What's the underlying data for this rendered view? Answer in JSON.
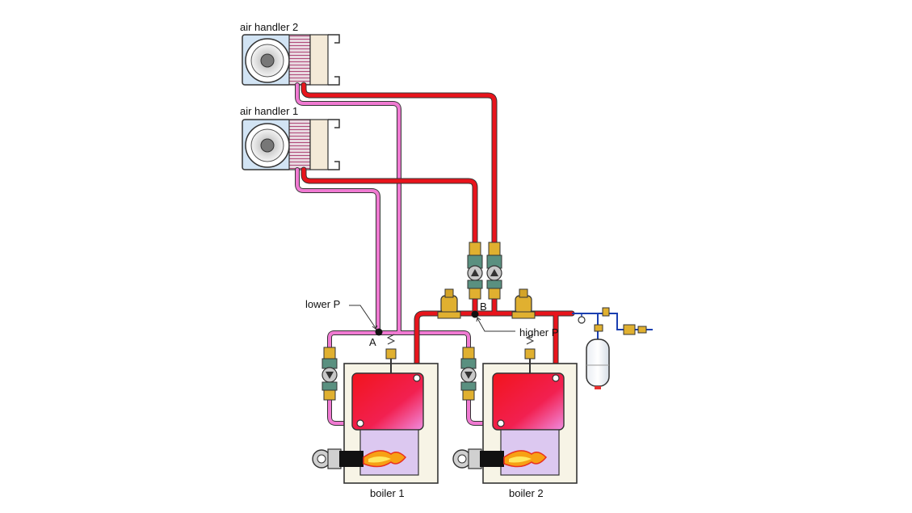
{
  "labels": {
    "air_handler_2": "air handler 2",
    "air_handler_1": "air handler 1",
    "lower_p": "lower P",
    "higher_p": "higher P",
    "point_a": "A",
    "point_b": "B",
    "boiler_1": "boiler 1",
    "boiler_2": "boiler 2"
  },
  "colors": {
    "supply_pipe": "#e8141c",
    "return_pipe": "#f07ad2",
    "cold_pipe": "#1a3fb0",
    "boiler_cabinet": "#f7f4e6",
    "combustion_chamber": "#dcc8f0",
    "brass": "#e0b030",
    "coil": "#c0406a",
    "air_handler_body": "#cfe0f0"
  }
}
